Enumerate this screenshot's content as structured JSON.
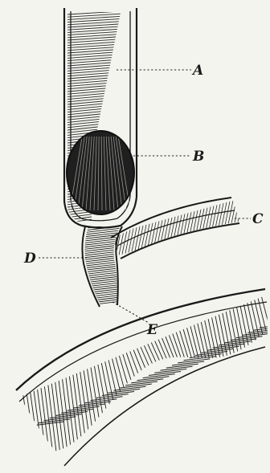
{
  "figure": {
    "labels": {
      "a": "A",
      "b": "B",
      "c": "C",
      "d": "D",
      "e": "E"
    },
    "colors": {
      "paper": "#f4f4ee",
      "ink": "#1a1a1a"
    }
  }
}
